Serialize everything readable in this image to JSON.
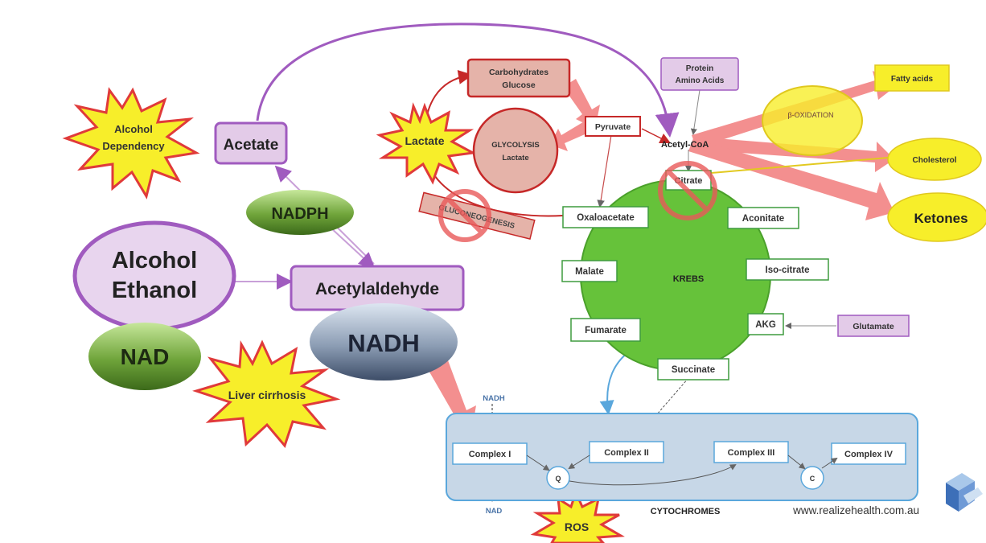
{
  "labels": {
    "alcohol_ethanol_line1": "Alcohol",
    "alcohol_ethanol_line2": "Ethanol",
    "acetate": "Acetate",
    "acetylaldehyde": "Acetylaldehyde",
    "nadph": "NADPH",
    "nad": "NAD",
    "nadh": "NADH",
    "alcohol_dependency_line1": "Alcohol",
    "alcohol_dependency_line2": "Dependency",
    "liver_cirrhosis": "Liver cirrhosis",
    "lactate_burst": "Lactate",
    "ros": "ROS",
    "carbohydrates_line1": "Carbohydrates",
    "carbohydrates_line2": "Glucose",
    "glycolysis_line1": "GLYCOLYSIS",
    "glycolysis_line2": "Lactate",
    "pyruvate": "Pyruvate",
    "protein_line1": "Protein",
    "protein_line2": "Amino Acids",
    "acetyl_coa": "Acetyl-CoA",
    "beta_oxidation": "β-OXIDATION",
    "fatty_acids": "Fatty acids",
    "cholesterol": "Cholesterol",
    "ketones": "Ketones",
    "gluconeogenesis": "GLUCONEOGENESIS",
    "krebs": "KREBS",
    "citrate": "Citrate",
    "oxaloacetate": "Oxaloacetate",
    "aconitate": "Aconitate",
    "malate": "Malate",
    "iso_citrate": "Iso-citrate",
    "fumarate": "Fumarate",
    "akg": "AKG",
    "glutamate": "Glutamate",
    "succinate": "Succinate",
    "nadh_small": "NADH",
    "nad_small": "NAD",
    "complex1": "Complex I",
    "complex2": "Complex II",
    "complex3": "Complex III",
    "complex4": "Complex IV",
    "q": "Q",
    "c": "C",
    "cytochromes": "CYTOCHROMES",
    "website": "www.realizehealth.com.au"
  },
  "colors": {
    "purple_border": "#a05bbf",
    "purple_fill": "#e3cbe8",
    "green_border": "#3e9b3e",
    "green_fill": "#66c23a",
    "red": "#e03a3a",
    "red_arrow": "#ee7a7a",
    "yellow": "#f7ee2a",
    "blue": "#5aa7dc",
    "blue_fill": "#c7d7e7"
  },
  "icons": [
    "no-sign-icon",
    "cube-logo-icon"
  ]
}
